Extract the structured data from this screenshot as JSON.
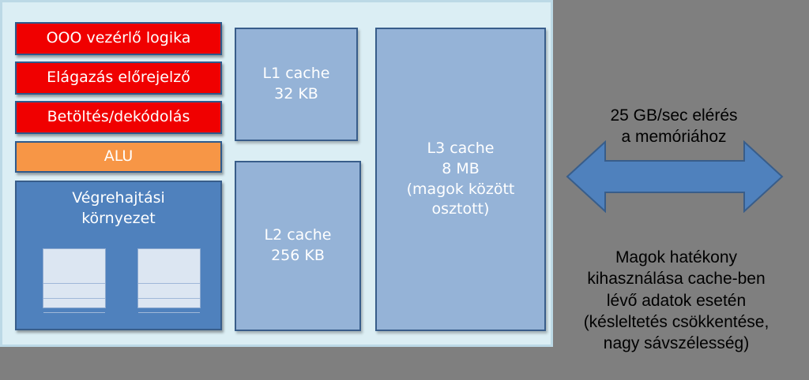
{
  "core": {
    "ooo_label": "OOO vezérlő logika",
    "branch_label": "Elágazás előrejelző",
    "fetch_label": "Betöltés/dekódolás",
    "alu_label": "ALU",
    "exec_label": "Végrehajtási\nkörnyezet"
  },
  "caches": {
    "l1": "L1 cache\n32 KB",
    "l2": "L2 cache\n256 KB",
    "l3": "L3 cache\n8 MB\n(magok között\nosztott)"
  },
  "memory": {
    "bandwidth": "25 GB/sec elérés\na memóriához",
    "note": "Magok hatékony\nkihasználása cache-ben\nlévő adatok esetén\n(késleltetés csökkentése,\nnagy sávszélesség)"
  },
  "colors": {
    "red": "#f00000",
    "orange": "#f79646",
    "exec_blue": "#4f81bd",
    "cache_blue": "#95b3d7",
    "arrow_blue": "#4f81bd",
    "background": "#7f7f7f"
  }
}
